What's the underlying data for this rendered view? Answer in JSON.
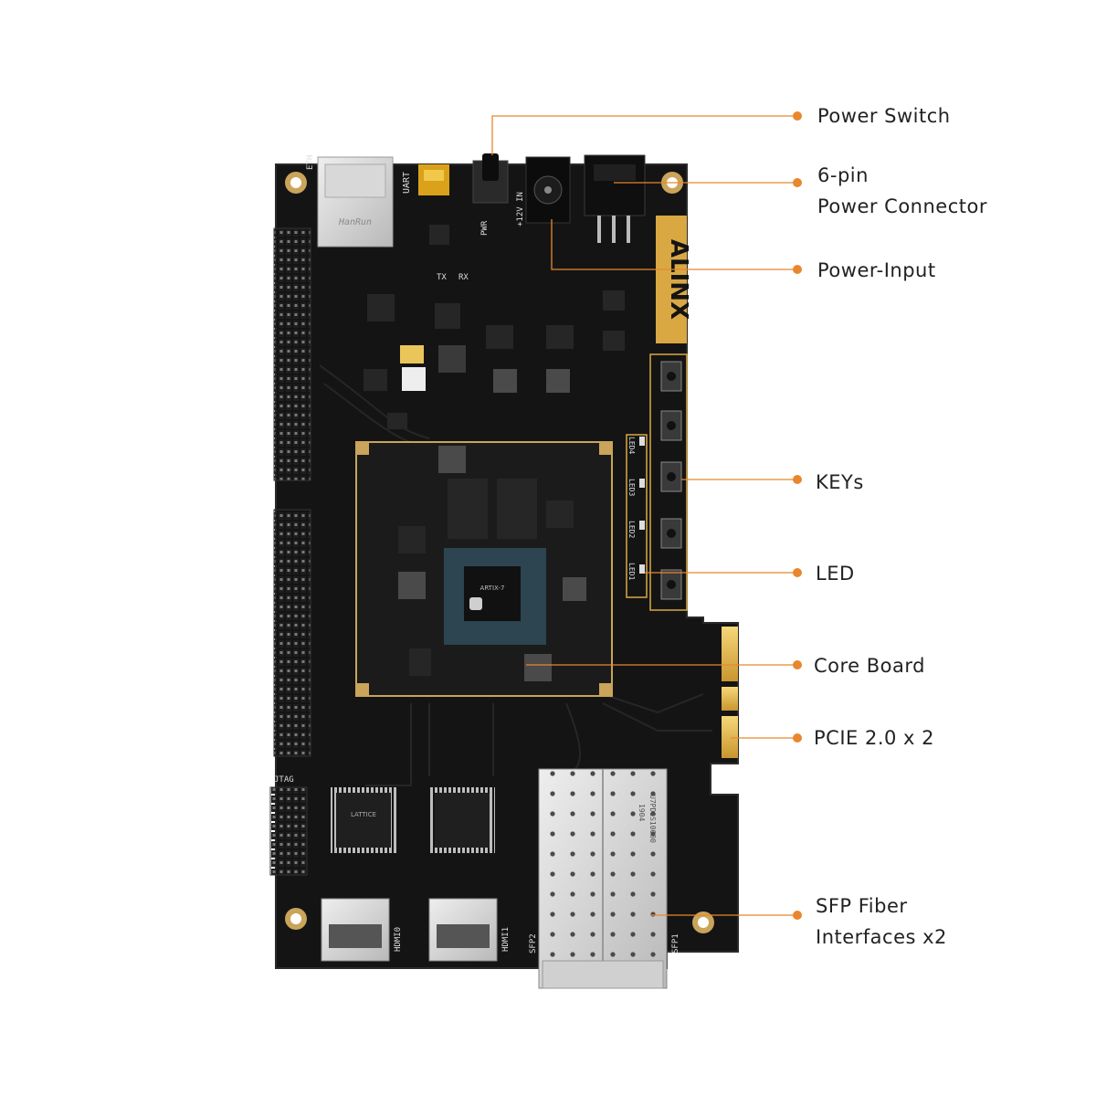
{
  "accent_color": "#E8872E",
  "board": {
    "brand": "ALINX",
    "jack_labels": {
      "eth": "ETH",
      "uart": "UART",
      "pwr": "PWR",
      "dc_in": "+12V IN",
      "tx": "TX",
      "rx": "RX",
      "led1": "LED1",
      "led2": "LED2",
      "led3": "LED3",
      "led4": "LED4",
      "jtag": "JTAG",
      "hdmi0": "HDMI0",
      "hdmi1": "HDMI1",
      "sfp1": "SFP1",
      "sfp2": "SFP2"
    },
    "chip_marks": {
      "fpga": "ARTIX-7",
      "lattice": "LATTICE",
      "ethernet_magnetics": "HanRun",
      "sfp_code": "U7PD1S10000",
      "sfp_date": "1904"
    }
  },
  "callouts": [
    {
      "id": "power-switch",
      "lines": [
        "Power Switch"
      ]
    },
    {
      "id": "power-connector",
      "lines": [
        "6-pin",
        "Power Connector"
      ]
    },
    {
      "id": "power-input",
      "lines": [
        "Power-Input"
      ]
    },
    {
      "id": "keys",
      "lines": [
        "KEYs"
      ]
    },
    {
      "id": "led",
      "lines": [
        "LED"
      ]
    },
    {
      "id": "core-board",
      "lines": [
        "Core Board"
      ]
    },
    {
      "id": "pcie",
      "lines": [
        "PCIE 2.0 x 2"
      ]
    },
    {
      "id": "sfp",
      "lines": [
        "SFP Fiber",
        "Interfaces x2"
      ]
    }
  ]
}
